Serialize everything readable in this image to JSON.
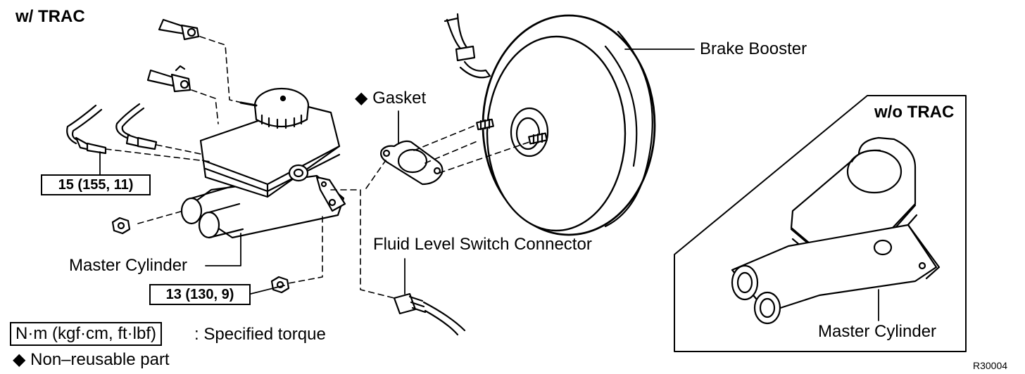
{
  "variant_with_trac": "w/ TRAC",
  "variant_without_trac": "w/o TRAC",
  "labels": {
    "brake_booster": "Brake Booster",
    "gasket": "Gasket",
    "master_cylinder": "Master Cylinder",
    "master_cylinder_inset": "Master Cylinder",
    "fluid_level_switch": "Fluid Level Switch Connector"
  },
  "torque_specs": {
    "upper": "15 (155, 11)",
    "lower": "13 (130, 9)"
  },
  "legend": {
    "torque_units": "N·m (kgf·cm, ft·lbf)",
    "torque_desc": ": Specified torque",
    "nonreusable_symbol": "◆",
    "nonreusable_desc": "Non–reusable part"
  },
  "gasket_symbol": "◆",
  "figure_code": "R30004",
  "colors": {
    "ink": "#000000",
    "paper": "#ffffff"
  }
}
